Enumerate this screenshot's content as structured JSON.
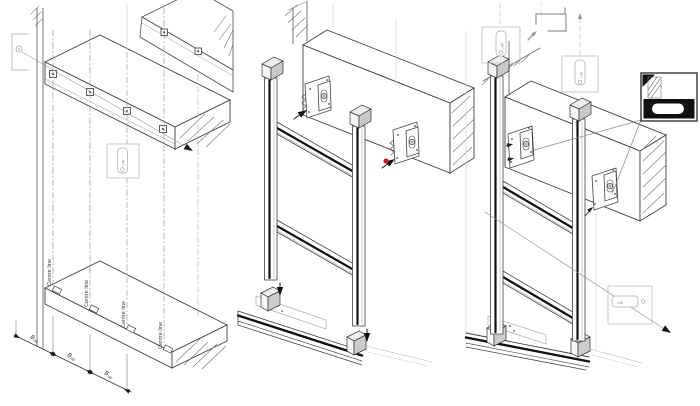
{
  "drawing": {
    "type": "curtain-wall-installation-sequence",
    "panels": [
      {
        "id": "slab-setting-out",
        "centre_line_label": "Centre line",
        "dim_label": {
          "main": "B",
          "sub": "na"
        },
        "tag_label": "146"
      },
      {
        "id": "frame-hoisting"
      },
      {
        "id": "frame-installed",
        "tag_label": "146"
      }
    ],
    "colors": {
      "line": "#3f3f3f",
      "faint": "#bbbbbb",
      "hatch": "#777777",
      "marker_red": "#cc2222",
      "arrow_black": "#111111"
    }
  }
}
